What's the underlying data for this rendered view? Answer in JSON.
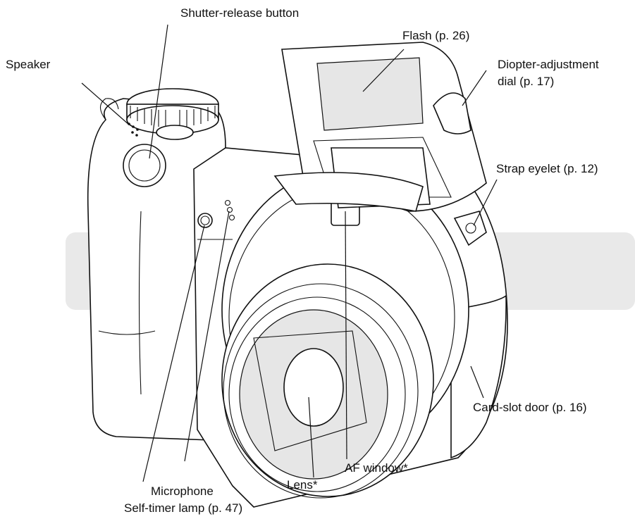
{
  "callouts": {
    "shutter": "Shutter-release button",
    "speaker": "Speaker",
    "flash": "Flash (p. 26)",
    "diopter_1": "Diopter-adjustment",
    "diopter_2": "dial (p. 17)",
    "strap": "Strap eyelet (p. 12)",
    "card_slot": "Card-slot door (p. 16)",
    "af_window": "AF window*",
    "lens": "Lens*",
    "microphone": "Microphone",
    "self_timer": "Self-timer lamp (p. 47)"
  },
  "colors": {
    "background_band": "#e9e9e9",
    "line": "#111111",
    "lens_glass": "#dcdcdc"
  }
}
